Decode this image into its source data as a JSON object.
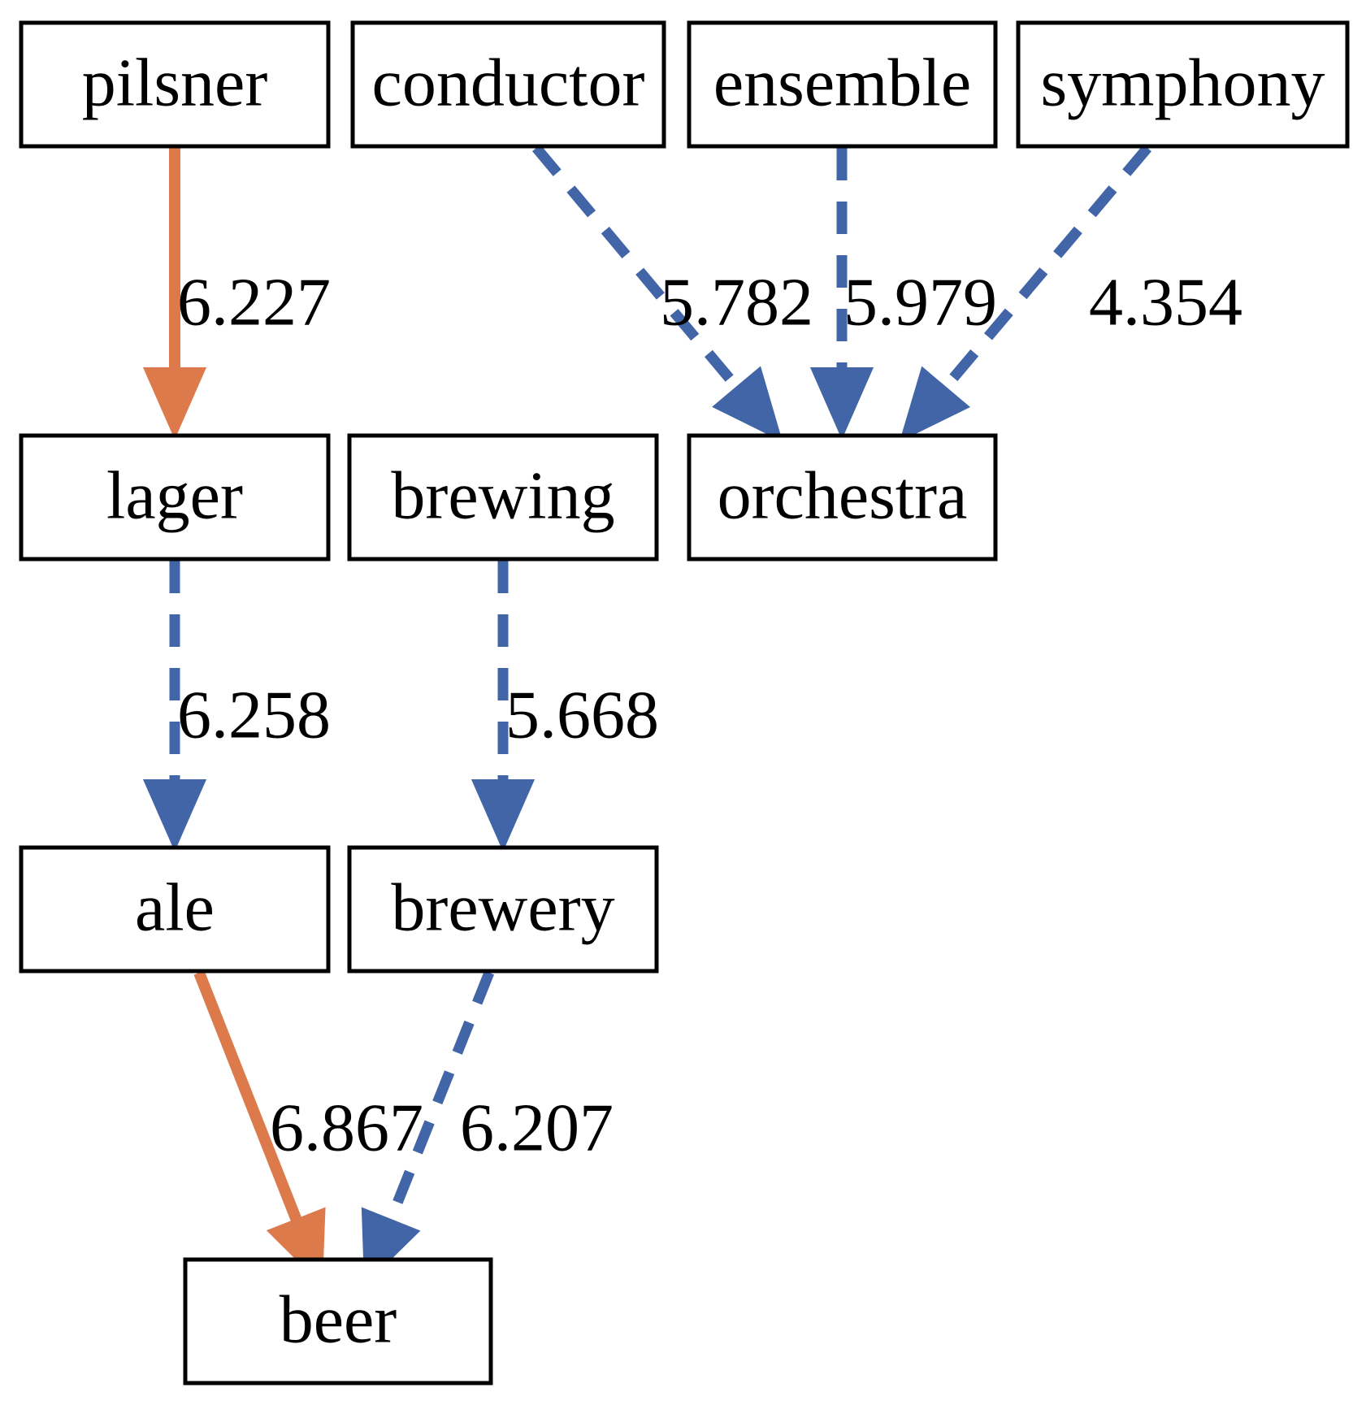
{
  "diagram": {
    "type": "directed-graph",
    "colors": {
      "orange": "#DC7A4B",
      "blue": "#4265A8",
      "node_stroke": "#000000",
      "background": "#FFFFFF"
    },
    "nodes": [
      {
        "id": "pilsner",
        "label": "pilsner"
      },
      {
        "id": "conductor",
        "label": "conductor"
      },
      {
        "id": "ensemble",
        "label": "ensemble"
      },
      {
        "id": "symphony",
        "label": "symphony"
      },
      {
        "id": "lager",
        "label": "lager"
      },
      {
        "id": "brewing",
        "label": "brewing"
      },
      {
        "id": "orchestra",
        "label": "orchestra"
      },
      {
        "id": "ale",
        "label": "ale"
      },
      {
        "id": "brewery",
        "label": "brewery"
      },
      {
        "id": "beer",
        "label": "beer"
      }
    ],
    "edges": [
      {
        "id": "pilsner-lager",
        "from": "pilsner",
        "to": "lager",
        "label": "6.227",
        "style": "solid",
        "color": "orange"
      },
      {
        "id": "conductor-orchestra",
        "from": "conductor",
        "to": "orchestra",
        "label": "5.782",
        "style": "dashed",
        "color": "blue"
      },
      {
        "id": "ensemble-orchestra",
        "from": "ensemble",
        "to": "orchestra",
        "label": "5.979",
        "style": "dashed",
        "color": "blue"
      },
      {
        "id": "symphony-orchestra",
        "from": "symphony",
        "to": "orchestra",
        "label": "4.354",
        "style": "dashed",
        "color": "blue"
      },
      {
        "id": "lager-ale",
        "from": "lager",
        "to": "ale",
        "label": "6.258",
        "style": "dashed",
        "color": "blue"
      },
      {
        "id": "brewing-brewery",
        "from": "brewing",
        "to": "brewery",
        "label": "5.668",
        "style": "dashed",
        "color": "blue"
      },
      {
        "id": "ale-beer",
        "from": "ale",
        "to": "beer",
        "label": "6.867",
        "style": "solid",
        "color": "orange"
      },
      {
        "id": "brewery-beer",
        "from": "brewery",
        "to": "beer",
        "label": "6.207",
        "style": "dashed",
        "color": "blue"
      }
    ]
  }
}
